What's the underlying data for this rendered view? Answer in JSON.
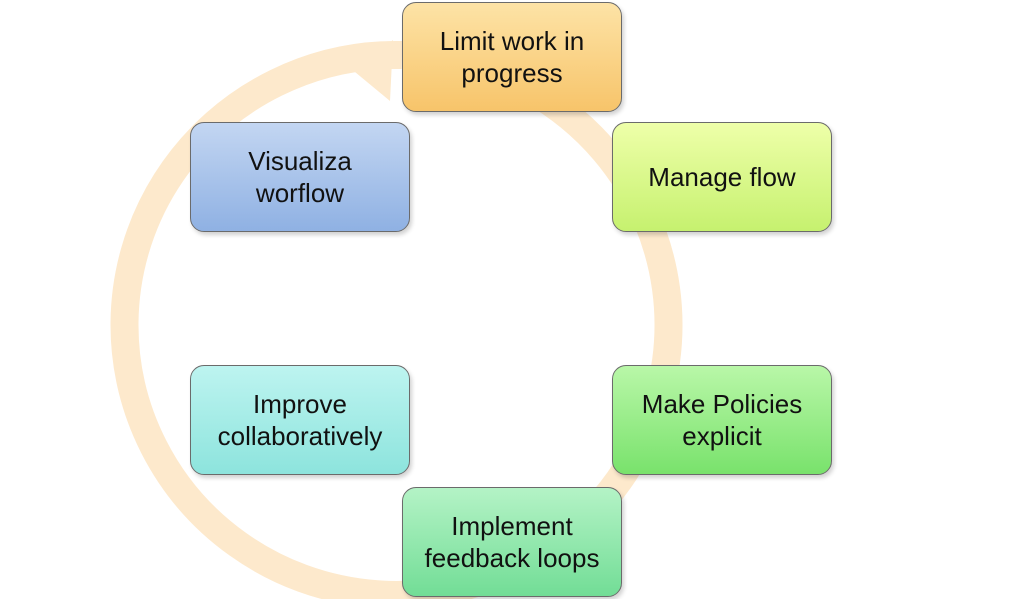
{
  "diagram": {
    "steps": [
      {
        "id": "limit",
        "label": "Limit work in\nprogress",
        "color": "#f7c46a"
      },
      {
        "id": "manage",
        "label": "Manage flow",
        "color": "#c6f16f"
      },
      {
        "id": "policies",
        "label": "Make Policies\nexplicit",
        "color": "#79e26c"
      },
      {
        "id": "feedback",
        "label": "Implement\nfeedback loops",
        "color": "#72dd96"
      },
      {
        "id": "improve",
        "label": "Improve\ncollaboratively",
        "color": "#8de4dd"
      },
      {
        "id": "visual",
        "label": "Visualiza\nworflow",
        "color": "#8fb1e3"
      }
    ],
    "cycle_arrow_color": "#fde9cc"
  }
}
